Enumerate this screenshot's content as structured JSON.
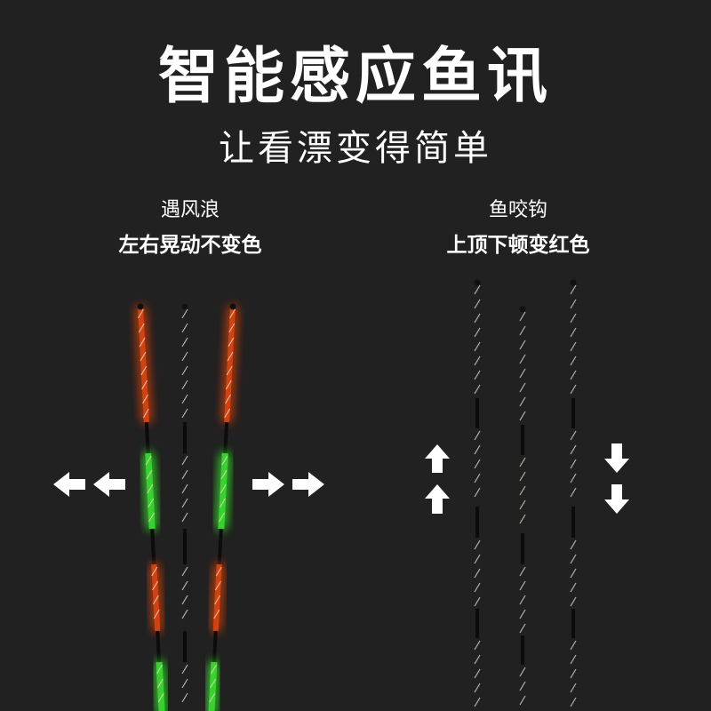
{
  "title": "智能感应鱼讯",
  "subtitle": "让看漂变得简单",
  "left_panel": {
    "line1": "遇风浪",
    "line2": "左右晃动不变色",
    "glow_top": "#ff4a10",
    "glow_bottom": "#3cff30"
  },
  "right_panel": {
    "line1": "鱼咬钩",
    "line2": "上顶下顿变红色",
    "glow_top": "#ff1a10",
    "glow_bottom": "#e8e020"
  },
  "colors": {
    "background": "#212121",
    "text": "#ffffff",
    "arrow": "#ffffff"
  }
}
